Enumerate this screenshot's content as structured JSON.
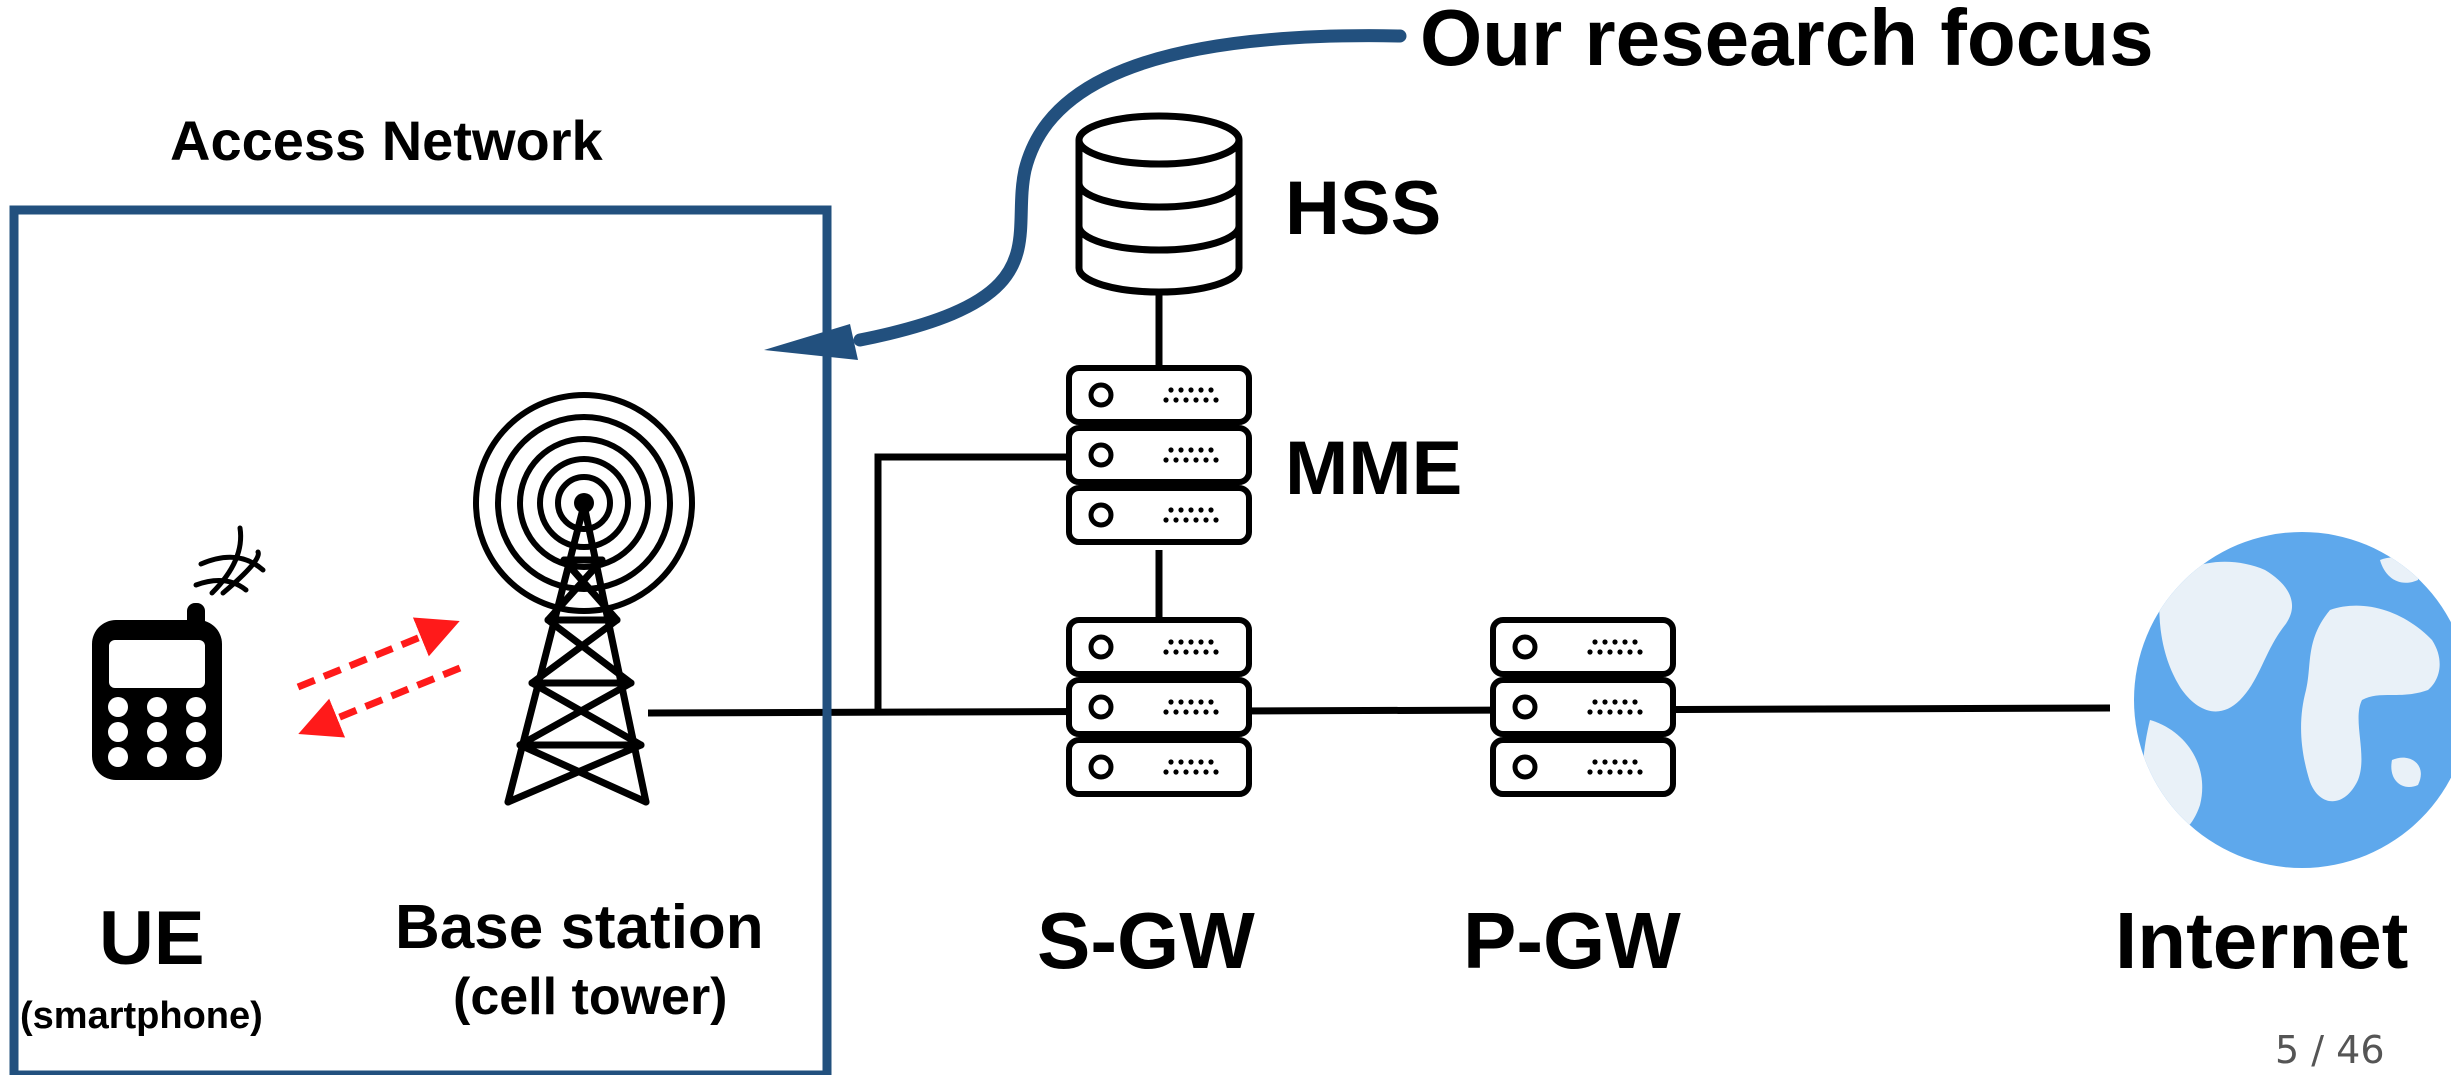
{
  "callout": {
    "text": "Our research focus"
  },
  "access_network": {
    "title": "Access Network"
  },
  "nodes": {
    "hss": "HSS",
    "mme": "MME",
    "ue": "UE",
    "ue_sub": "(smartphone)",
    "base_station": "Base station",
    "base_station_sub": "(cell tower)",
    "sgw": "S-GW",
    "pgw": "P-GW",
    "internet": "Internet"
  },
  "page": {
    "number": "5 / 46"
  },
  "colors": {
    "accent": "#22507e",
    "link_line": "#000000",
    "radio_arrows": "#ff1a1a",
    "globe_ocean": "#5ea8ec",
    "globe_land": "#e9f1f8"
  }
}
